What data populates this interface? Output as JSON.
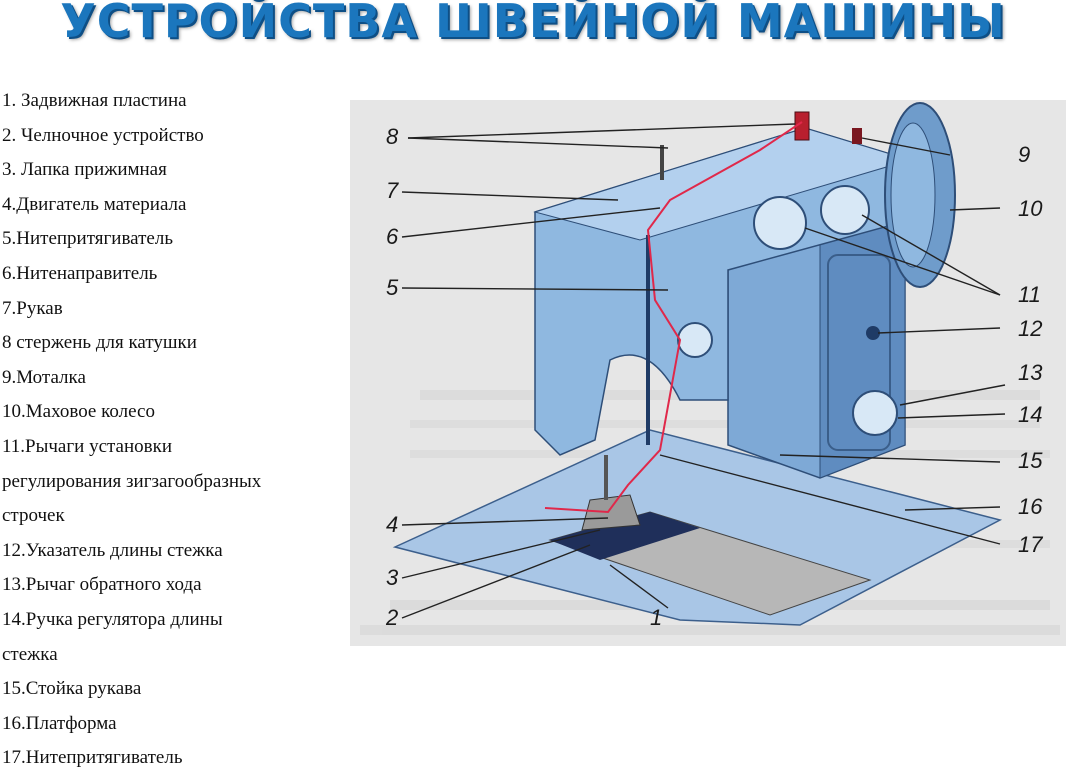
{
  "title": "УСТРОЙСТВА ШВЕЙНОЙ МАШИНЫ",
  "legend": [
    "1. Задвижная пластина",
    "2. Челночное устройство",
    "3. Лапка прижимная",
    "4.Двигатель материала",
    "5.Нитепритягиватель",
    "6.Нитенаправитель",
    "7.Рукав",
    "8 стержень для катушки",
    "9.Моталка",
    "10.Маховое колесо",
    "11.Рычаги установки",
    "регулирования зигзагообразных",
    "строчек",
    "12.Указатель длины стежка",
    "13.Рычаг обратного хода",
    "14.Ручка регулятора длины",
    "стежка",
    "15.Стойка рукава",
    "16.Платформа",
    "17.Нитепритягиватель"
  ],
  "callouts": [
    "1",
    "2",
    "3",
    "4",
    "5",
    "6",
    "7",
    "8",
    "9",
    "10",
    "11",
    "12",
    "13",
    "14",
    "15",
    "16",
    "17"
  ],
  "colors": {
    "title": "#1b76bd",
    "machine_body": "#8fb8e0",
    "machine_dark": "#5a88bd",
    "platform": "#a9c6e6",
    "thread": "#e0284a",
    "background": "#e6e6e6"
  }
}
